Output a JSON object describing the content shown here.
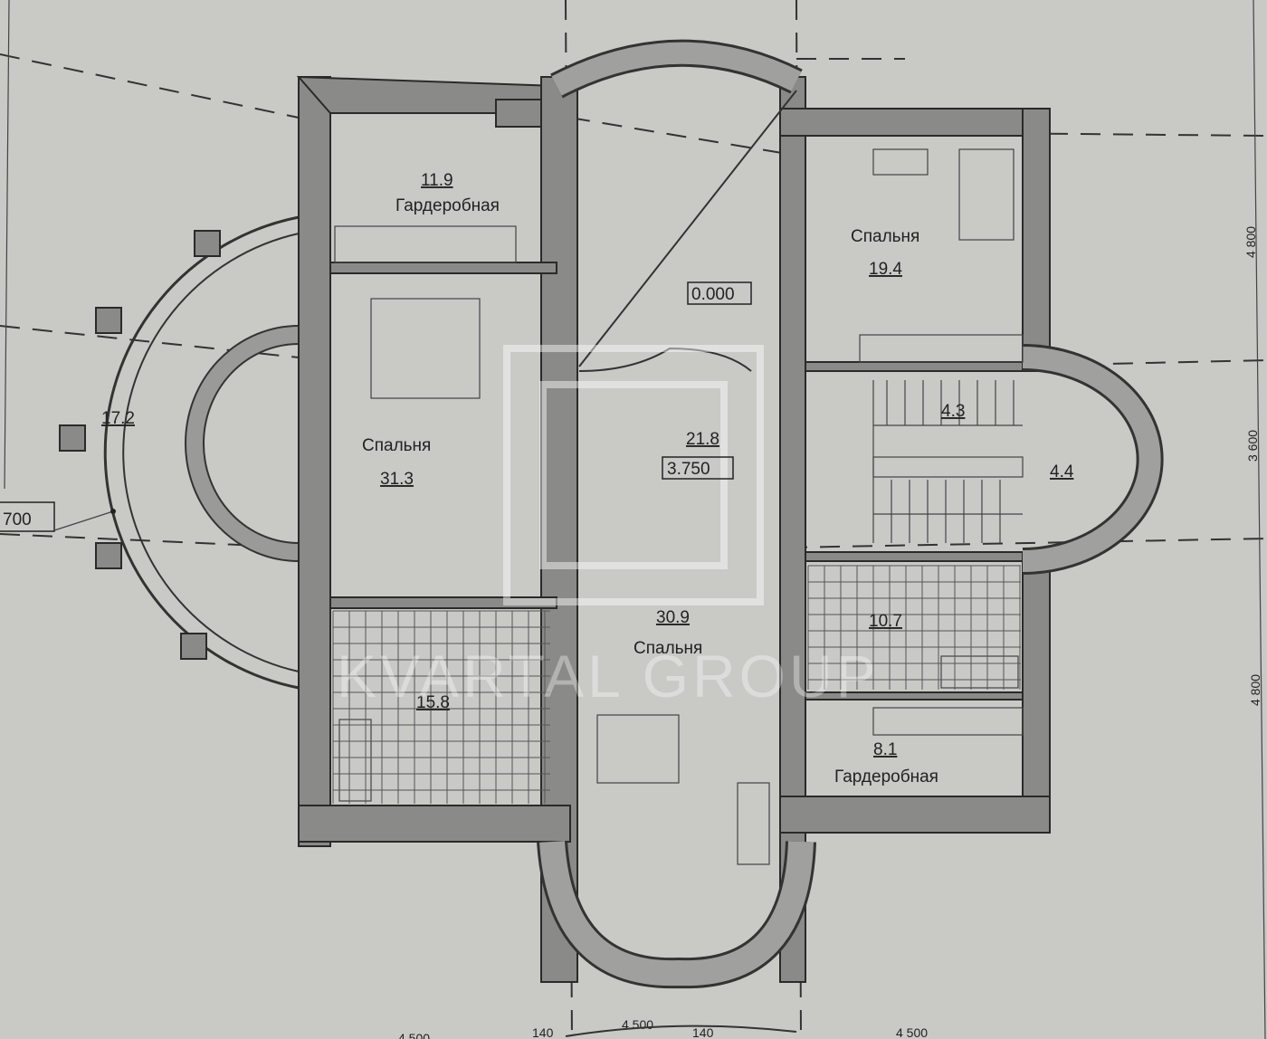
{
  "plan": {
    "rooms": [
      {
        "name": "Гардеробная",
        "area": "11.9"
      },
      {
        "name": "Спальня",
        "area": "19.4"
      },
      {
        "name": "Спальня",
        "area": "31.3"
      },
      {
        "name": "",
        "area": "21.8"
      },
      {
        "name": "",
        "area": "4.3"
      },
      {
        "name": "",
        "area": "4.4"
      },
      {
        "name": "",
        "area": "17.2"
      },
      {
        "name": "",
        "area": "15.8"
      },
      {
        "name": "Спальня",
        "area": "30.9"
      },
      {
        "name": "",
        "area": "10.7"
      },
      {
        "name": "Гардеробная",
        "area": "8.1"
      }
    ],
    "levels": [
      "0.000",
      "3.750",
      "700"
    ],
    "dimensions_right": [
      "4 800",
      "3 600",
      "4 800"
    ],
    "dimensions_bottom": [
      "4 500",
      "140",
      "4 500",
      "140",
      "4 500"
    ]
  },
  "watermark": "KVARTAL GROUP"
}
